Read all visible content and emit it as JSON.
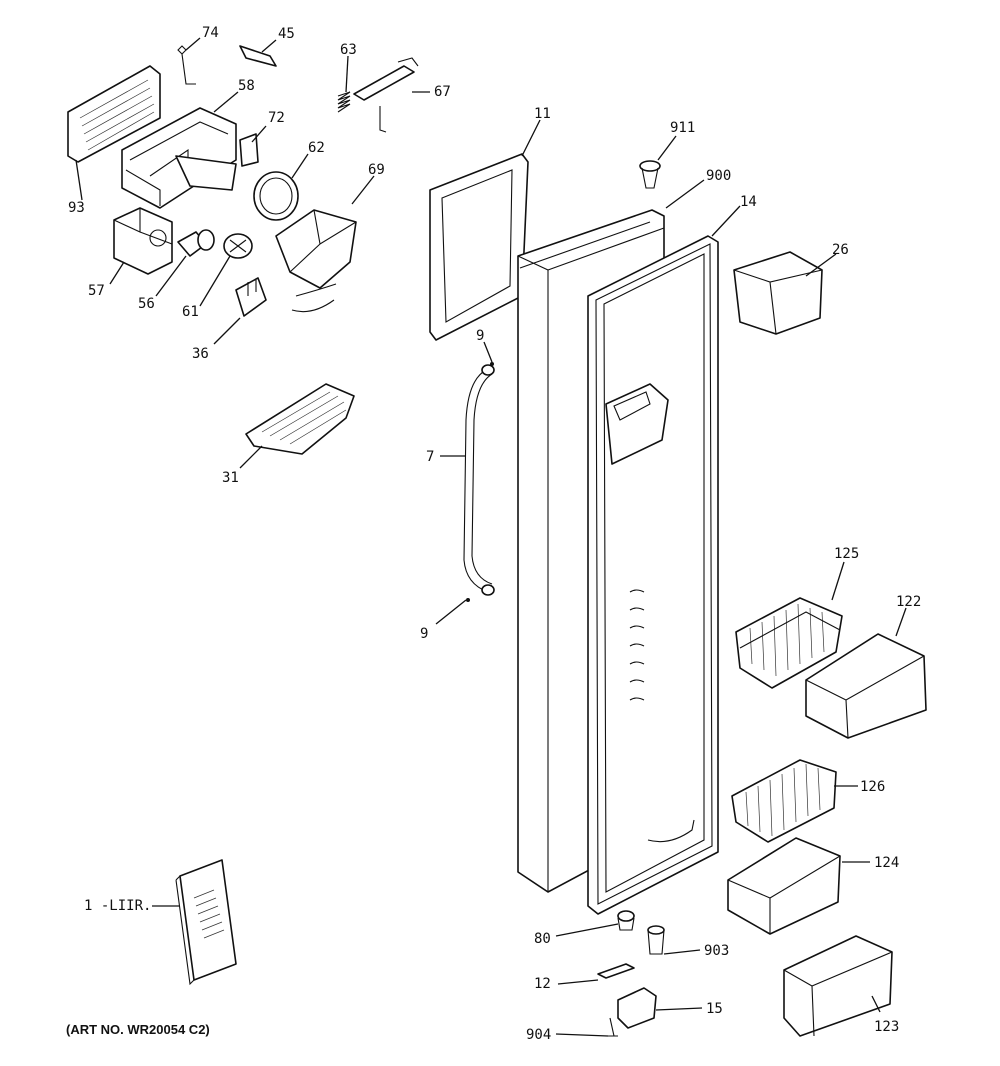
{
  "labels": {
    "p74": "74",
    "p45": "45",
    "p63": "63",
    "p67": "67",
    "p58": "58",
    "p72": "72",
    "p62": "62",
    "p69": "69",
    "p93": "93",
    "p57": "57",
    "p56": "56",
    "p61": "61",
    "p36": "36",
    "p31": "31",
    "p11": "11",
    "p911": "911",
    "p900": "900",
    "p14": "14",
    "p26": "26",
    "p9a": "9",
    "p7": "7",
    "p9b": "9",
    "p125": "125",
    "p122": "122",
    "p126": "126",
    "p124": "124",
    "p1lit": "1 -LIIR.",
    "p80": "80",
    "p903": "903",
    "p12": "12",
    "p15": "15",
    "p904": "904",
    "p123": "123"
  },
  "footer": {
    "art_no": "(ART NO. WR20054 C2)"
  }
}
